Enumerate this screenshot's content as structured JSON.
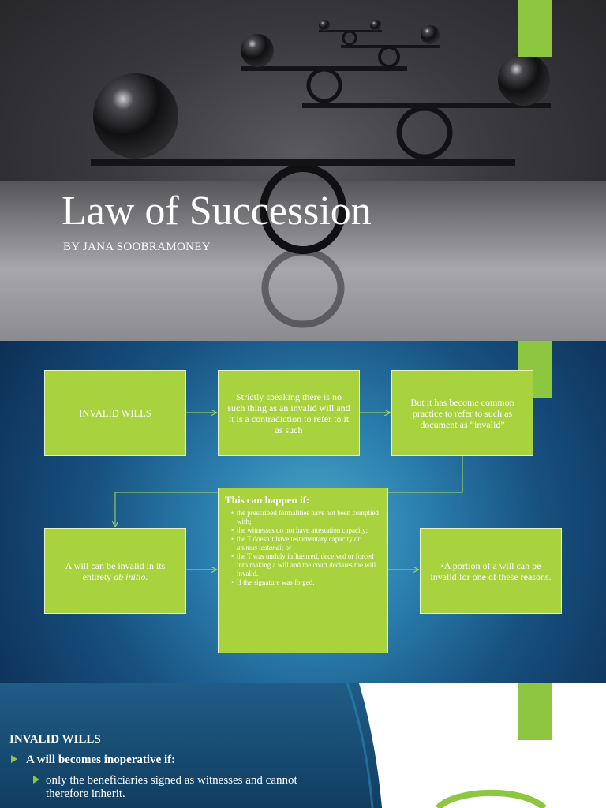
{
  "slide1": {
    "title": "Law of Succession",
    "subtitle": "BY JANA SOOBRAMONEY"
  },
  "slide2": {
    "box_invalid_wills": "INVALID WILLS",
    "box_strictly": "Strictly speaking there is no such thing as an invalid will and it is a contradiction to refer to it as such",
    "box_common_practice": "But it has become common practice to refer to such as document as “invalid”",
    "box_entirety_text": "A will can be invalid in its entirety ",
    "box_entirety_italic": "ab initio.",
    "happen_title": "This can happen if:",
    "happen_items": [
      "the prescribed formalities have not been complied with;",
      "the witnesses do not have attestation capacity;",
      "the T doesn’t have testamentary capacity or ",
      "the T was unduly influenced, deceived or forced into making a will and the court declares the will invalid.",
      "If the signature was forged."
    ],
    "happen_item3_italic": "animus testandi",
    "happen_item3_tail": "; or",
    "box_portion": "•A portion of a will can be invalid for one of these reasons."
  },
  "slide3": {
    "heading": "INVALID WILLS",
    "bullet1": "A will becomes inoperative if:",
    "bullet2": "only the beneficiaries signed as witnesses and cannot therefore inherit."
  },
  "colors": {
    "accent_green": "#8dc63f",
    "box_green": "#a9d23f"
  }
}
